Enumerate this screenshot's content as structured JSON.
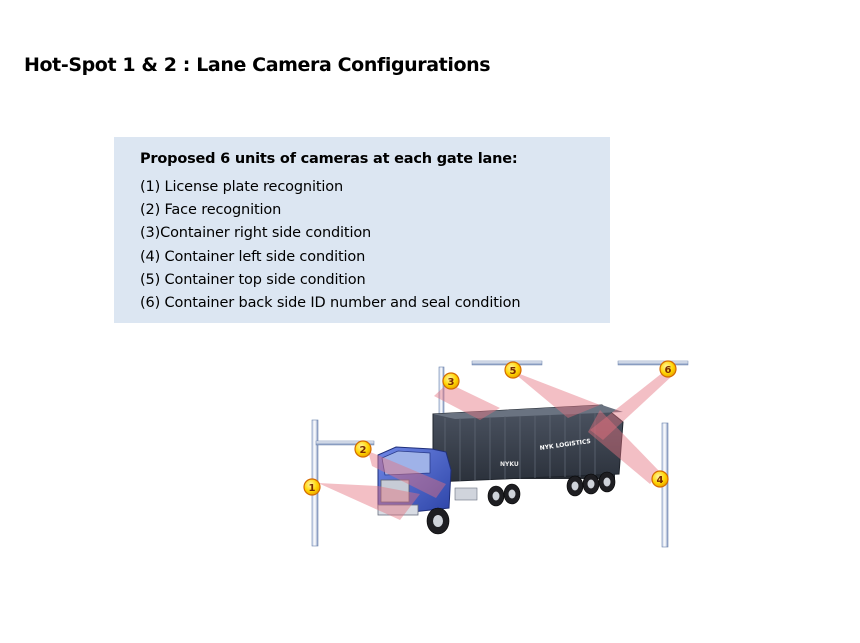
{
  "page": {
    "title": "Hot-Spot 1 & 2 : Lane Camera Configurations"
  },
  "info_box": {
    "heading": "Proposed 6 units of cameras at each gate lane:",
    "items": [
      "(1) License plate recognition",
      "(2) Face recognition",
      "(3)Container right side condition",
      "(4) Container left side condition",
      "(5) Container top side condition",
      "(6) Container back side ID number and seal condition"
    ]
  },
  "diagram": {
    "truck_markings": {
      "brand": "NYK LOGISTICS",
      "container_code": "NYKU"
    },
    "cameras": [
      {
        "label": "1"
      },
      {
        "label": "2"
      },
      {
        "label": "3"
      },
      {
        "label": "4"
      },
      {
        "label": "5"
      },
      {
        "label": "6"
      }
    ]
  },
  "colors": {
    "info_box_bg": "#dce6f2",
    "pole": "#8ea4c8",
    "camera_badge": "#ffd700",
    "camera_badge_border": "#d46a00",
    "view_cone": "#e88a95",
    "container": "#3c4350",
    "cab": "#4a62c8"
  }
}
